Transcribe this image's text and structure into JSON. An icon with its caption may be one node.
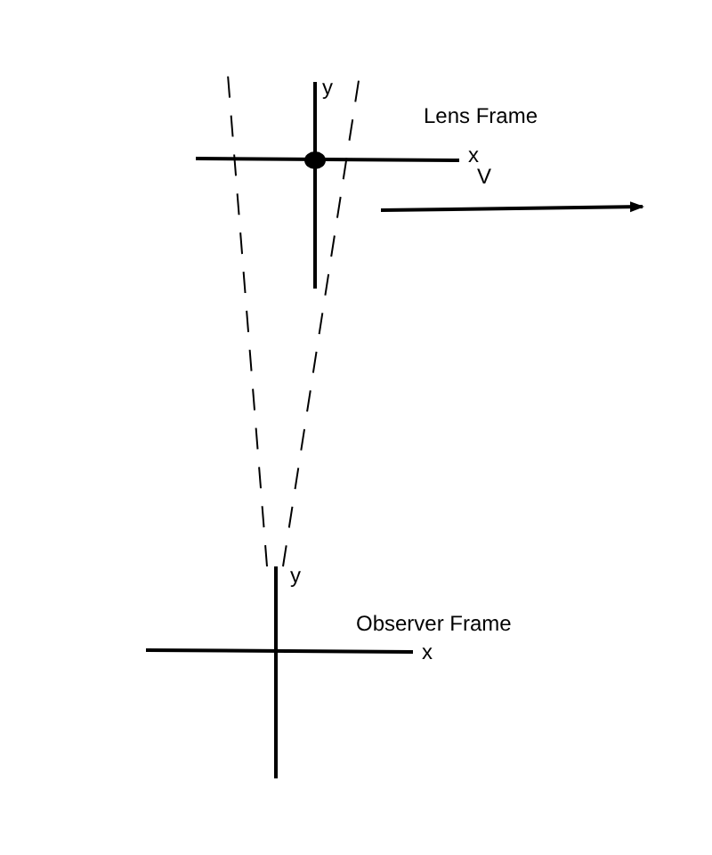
{
  "diagram": {
    "nodes": [
      {
        "text": [],
        "shape": "axes"
      },
      {
        "text": [],
        "shape": "axes"
      }
    ],
    "edges": [
      {
        "from": 1,
        "to": 0,
        "arrow": "none",
        "style": "dashed"
      },
      {
        "from": 1,
        "to": 0,
        "arrow": "none",
        "style": "dashed"
      }
    ],
    "labels": [
      "y",
      "Lens Frame",
      "x",
      "V",
      "y",
      "Observer Frame",
      "x"
    ]
  }
}
